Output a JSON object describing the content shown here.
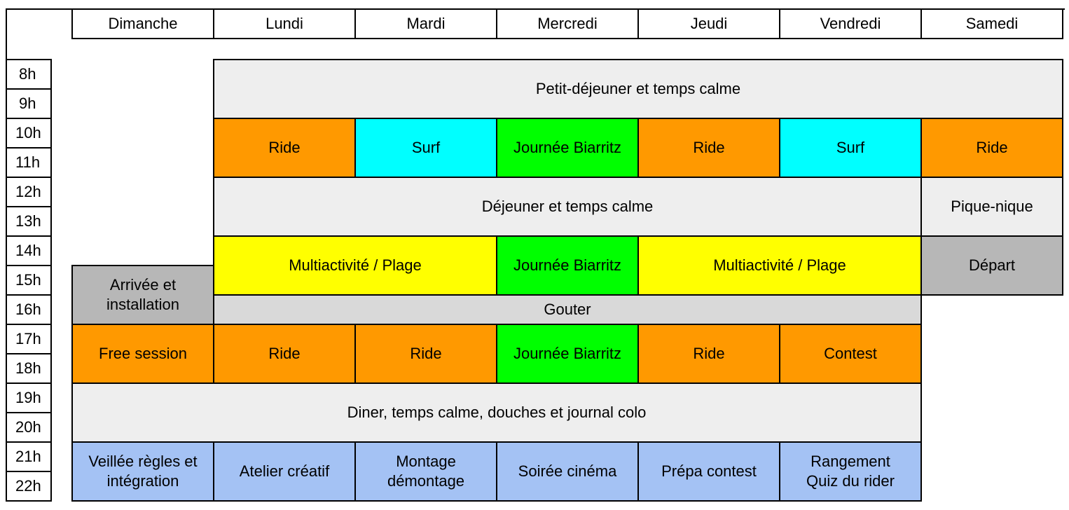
{
  "colors": {
    "meal": "#eeeeee",
    "ride": "#ff9900",
    "surf": "#00ffff",
    "biarritz": "#00ff00",
    "multi": "#ffff00",
    "gray": "#b7b7b7",
    "gouter": "#d9d9d9",
    "evening": "#a4c2f4"
  },
  "days": [
    "Dimanche",
    "Lundi",
    "Mardi",
    "Mercredi",
    "Jeudi",
    "Vendredi",
    "Samedi"
  ],
  "hours": [
    "8h",
    "9h",
    "10h",
    "11h",
    "12h",
    "13h",
    "14h",
    "15h",
    "16h",
    "17h",
    "18h",
    "19h",
    "20h",
    "21h",
    "22h"
  ],
  "events": [
    {
      "label": "Petit-déjeuner et temps calme",
      "day_start": 1,
      "day_span": 6,
      "hour_start": 0,
      "hour_span": 2,
      "color": "meal"
    },
    {
      "label": "Ride",
      "day_start": 1,
      "day_span": 1,
      "hour_start": 2,
      "hour_span": 2,
      "color": "ride"
    },
    {
      "label": "Surf",
      "day_start": 2,
      "day_span": 1,
      "hour_start": 2,
      "hour_span": 2,
      "color": "surf"
    },
    {
      "label": "Journée Biarritz",
      "day_start": 3,
      "day_span": 1,
      "hour_start": 2,
      "hour_span": 2,
      "color": "biarritz"
    },
    {
      "label": "Ride",
      "day_start": 4,
      "day_span": 1,
      "hour_start": 2,
      "hour_span": 2,
      "color": "ride"
    },
    {
      "label": "Surf",
      "day_start": 5,
      "day_span": 1,
      "hour_start": 2,
      "hour_span": 2,
      "color": "surf"
    },
    {
      "label": "Ride",
      "day_start": 6,
      "day_span": 1,
      "hour_start": 2,
      "hour_span": 2,
      "color": "ride"
    },
    {
      "label": "Déjeuner et temps calme",
      "day_start": 1,
      "day_span": 5,
      "hour_start": 4,
      "hour_span": 2,
      "color": "meal"
    },
    {
      "label": "Pique-nique",
      "day_start": 6,
      "day_span": 1,
      "hour_start": 4,
      "hour_span": 2,
      "color": "meal"
    },
    {
      "label": "Multiactivité / Plage",
      "day_start": 1,
      "day_span": 2,
      "hour_start": 6,
      "hour_span": 2,
      "color": "multi"
    },
    {
      "label": "Journée Biarritz",
      "day_start": 3,
      "day_span": 1,
      "hour_start": 6,
      "hour_span": 2,
      "color": "biarritz"
    },
    {
      "label": "Multiactivité / Plage",
      "day_start": 4,
      "day_span": 2,
      "hour_start": 6,
      "hour_span": 2,
      "color": "multi"
    },
    {
      "label": "Départ",
      "day_start": 6,
      "day_span": 1,
      "hour_start": 6,
      "hour_span": 2,
      "color": "gray"
    },
    {
      "label": "Arrivée et\ninstallation",
      "day_start": 0,
      "day_span": 1,
      "hour_start": 7,
      "hour_span": 2,
      "color": "gray"
    },
    {
      "label": "Gouter",
      "day_start": 1,
      "day_span": 5,
      "hour_start": 8,
      "hour_span": 1,
      "color": "gouter"
    },
    {
      "label": "Free session",
      "day_start": 0,
      "day_span": 1,
      "hour_start": 9,
      "hour_span": 2,
      "color": "ride"
    },
    {
      "label": "Ride",
      "day_start": 1,
      "day_span": 1,
      "hour_start": 9,
      "hour_span": 2,
      "color": "ride"
    },
    {
      "label": "Ride",
      "day_start": 2,
      "day_span": 1,
      "hour_start": 9,
      "hour_span": 2,
      "color": "ride"
    },
    {
      "label": "Journée Biarritz",
      "day_start": 3,
      "day_span": 1,
      "hour_start": 9,
      "hour_span": 2,
      "color": "biarritz"
    },
    {
      "label": "Ride",
      "day_start": 4,
      "day_span": 1,
      "hour_start": 9,
      "hour_span": 2,
      "color": "ride"
    },
    {
      "label": "Contest",
      "day_start": 5,
      "day_span": 1,
      "hour_start": 9,
      "hour_span": 2,
      "color": "ride"
    },
    {
      "label": "Diner, temps calme, douches et journal colo",
      "day_start": 0,
      "day_span": 6,
      "hour_start": 11,
      "hour_span": 2,
      "color": "meal"
    },
    {
      "label": "Veillée règles et\nintégration",
      "day_start": 0,
      "day_span": 1,
      "hour_start": 13,
      "hour_span": 2,
      "color": "evening"
    },
    {
      "label": "Atelier créatif",
      "day_start": 1,
      "day_span": 1,
      "hour_start": 13,
      "hour_span": 2,
      "color": "evening"
    },
    {
      "label": "Montage\ndémontage",
      "day_start": 2,
      "day_span": 1,
      "hour_start": 13,
      "hour_span": 2,
      "color": "evening"
    },
    {
      "label": "Soirée cinéma",
      "day_start": 3,
      "day_span": 1,
      "hour_start": 13,
      "hour_span": 2,
      "color": "evening"
    },
    {
      "label": "Prépa contest",
      "day_start": 4,
      "day_span": 1,
      "hour_start": 13,
      "hour_span": 2,
      "color": "evening"
    },
    {
      "label": "Rangement\nQuiz du rider",
      "day_start": 5,
      "day_span": 1,
      "hour_start": 13,
      "hour_span": 2,
      "color": "evening"
    }
  ]
}
